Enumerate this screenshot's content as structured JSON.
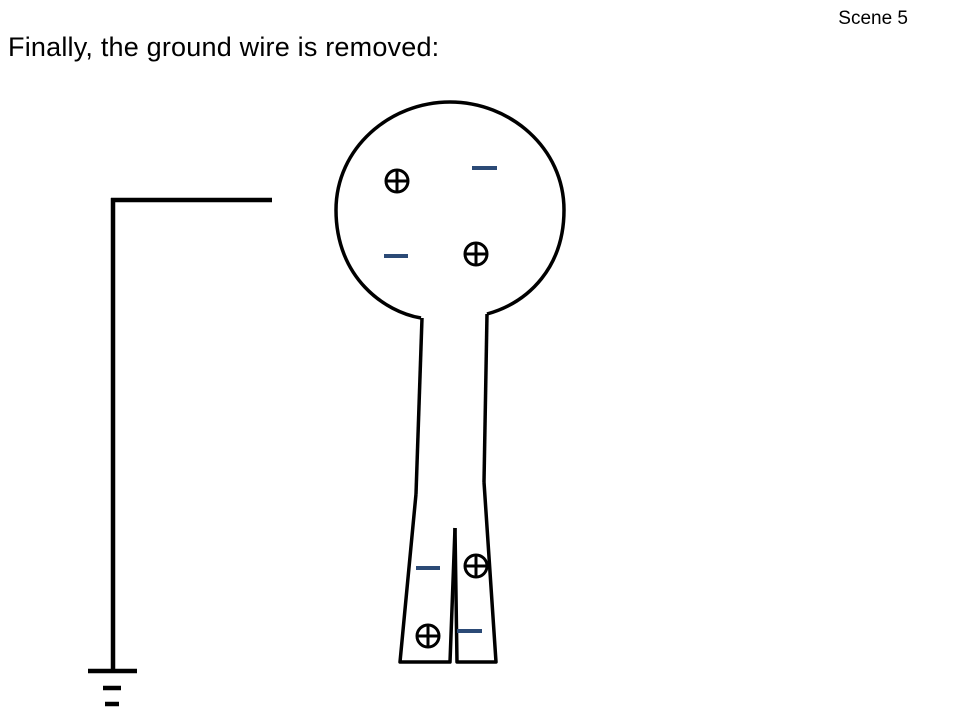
{
  "slide": {
    "scene_label": "Scene 5",
    "headline": "Finally, the ground wire is removed:"
  },
  "colors": {
    "outline": "#000000",
    "negative_charge": "#2b4a76",
    "background": "#ffffff"
  },
  "charges": {
    "knob": [
      "positive",
      "negative",
      "negative",
      "positive"
    ],
    "leaves": [
      "negative",
      "positive",
      "positive",
      "negative"
    ]
  },
  "icons": {
    "positive": "circle-plus-icon",
    "negative": "minus-bar-icon",
    "ground": "ground-symbol-icon"
  }
}
